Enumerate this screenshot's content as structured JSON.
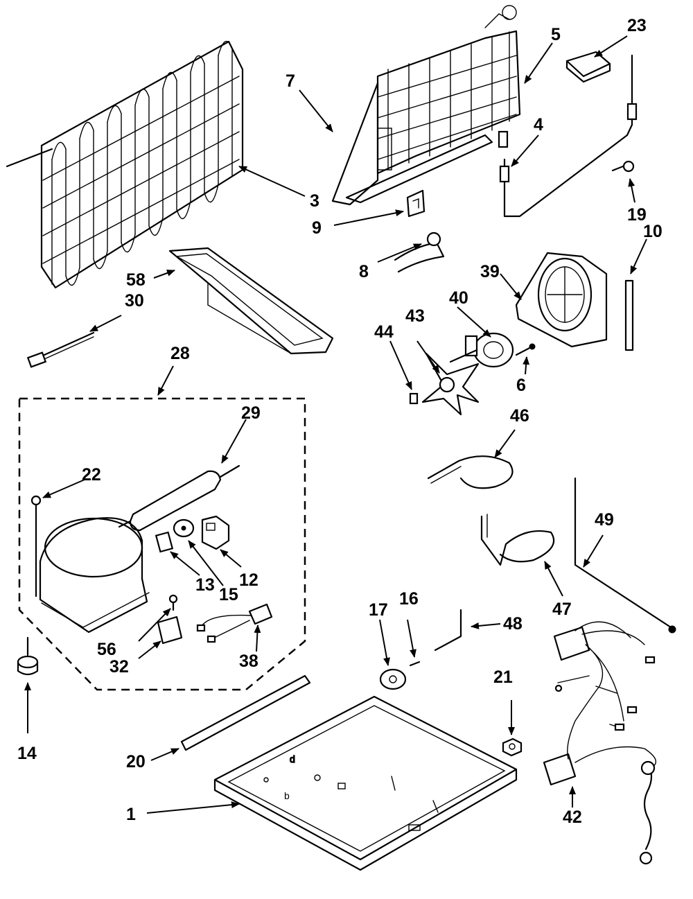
{
  "callouts": {
    "c1": "1",
    "c3": "3",
    "c4": "4",
    "c5": "5",
    "c6": "6",
    "c7": "7",
    "c8": "8",
    "c9": "9",
    "c10": "10",
    "c12": "12",
    "c13": "13",
    "c14": "14",
    "c15": "15",
    "c16": "16",
    "c17": "17",
    "c19": "19",
    "c20": "20",
    "c21": "21",
    "c22": "22",
    "c23": "23",
    "c28": "28",
    "c29": "29",
    "c30": "30",
    "c32": "32",
    "c38": "38",
    "c39": "39",
    "c40": "40",
    "c42": "42",
    "c43": "43",
    "c44": "44",
    "c46": "46",
    "c47": "47",
    "c48": "48",
    "c49": "49",
    "c56": "56",
    "c58": "58"
  }
}
